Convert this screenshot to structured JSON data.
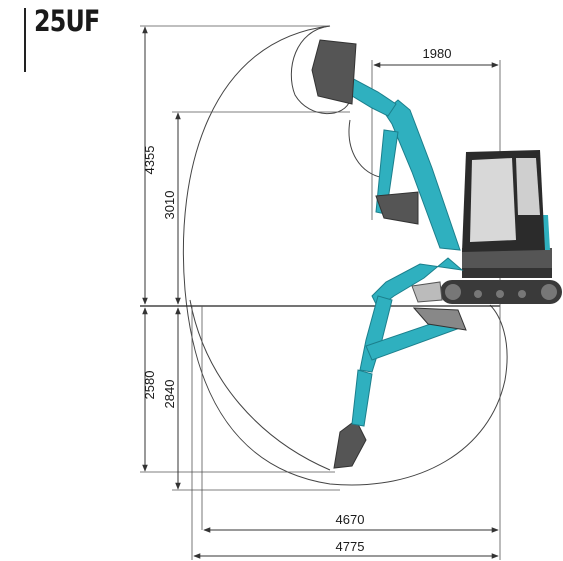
{
  "model": "25UF",
  "dimensions": {
    "max_height": "4355",
    "max_dump_height": "3010",
    "max_vertical_dig_depth": "2580",
    "max_dig_depth": "2840",
    "offset_width": "1980",
    "reach_at_ground": "4670",
    "max_reach": "4775"
  },
  "colors": {
    "machine": "#2fb0bf",
    "machine_dark": "#1b7f8c",
    "track": "#3a3a3a",
    "line": "#333333",
    "envelope": "#444444"
  }
}
